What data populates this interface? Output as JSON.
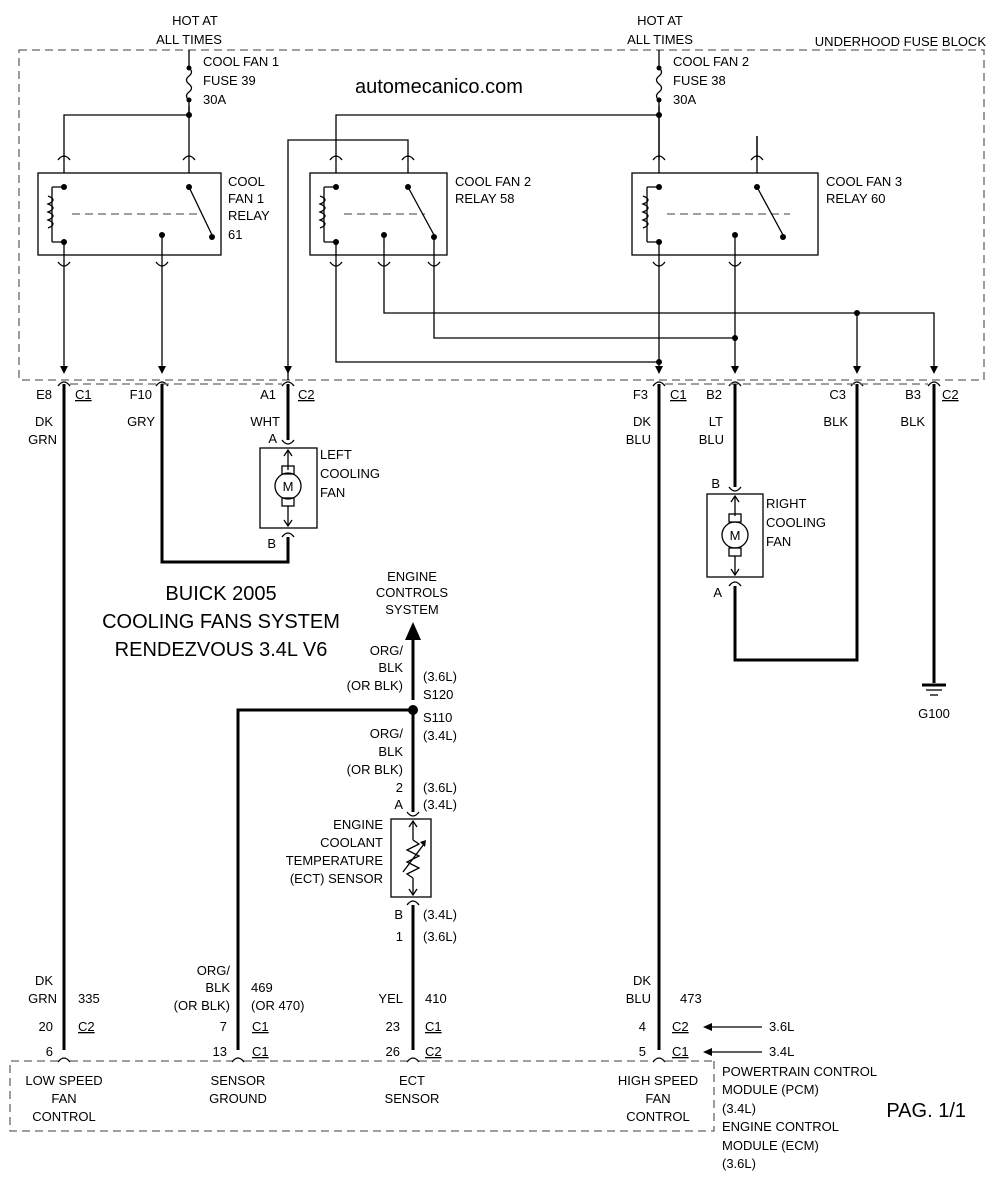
{
  "header": {
    "hot_left": [
      "HOT AT",
      "ALL TIMES"
    ],
    "hot_right": [
      "HOT AT",
      "ALL TIMES"
    ],
    "fuse_block_label": "UNDERHOOD FUSE BLOCK",
    "watermark": "automecanico.com"
  },
  "fuses": [
    {
      "lines": [
        "COOL FAN 1",
        "FUSE 39",
        "30A"
      ]
    },
    {
      "lines": [
        "COOL FAN 2",
        "FUSE 38",
        "30A"
      ]
    }
  ],
  "relays": [
    {
      "lines": [
        "COOL",
        "FAN 1",
        "RELAY",
        "61"
      ]
    },
    {
      "lines": [
        "COOL FAN 2",
        "RELAY 58"
      ]
    },
    {
      "lines": [
        "COOL FAN 3",
        "RELAY 60"
      ]
    }
  ],
  "connectors": {
    "e8": {
      "pin": "E8",
      "conn": "C1",
      "wire": [
        "DK",
        "GRN"
      ]
    },
    "f10": {
      "pin": "F10",
      "wire": [
        "GRY"
      ]
    },
    "a1": {
      "pin": "A1",
      "conn": "C2",
      "wire": [
        "WHT"
      ]
    },
    "f3": {
      "pin": "F3",
      "conn": "C1",
      "wire": [
        "DK",
        "BLU"
      ]
    },
    "b2": {
      "pin": "B2",
      "wire": [
        "LT",
        "BLU"
      ]
    },
    "c3": {
      "pin": "C3",
      "wire": [
        "BLK"
      ]
    },
    "b3": {
      "pin": "B3",
      "conn": "C2",
      "wire": [
        "BLK"
      ]
    }
  },
  "left_fan": {
    "label": [
      "LEFT",
      "COOLING",
      "FAN"
    ],
    "pin_top": "A",
    "pin_bottom": "B",
    "motor": "M"
  },
  "right_fan": {
    "label": [
      "RIGHT",
      "COOLING",
      "FAN"
    ],
    "pin_top": "B",
    "pin_bottom": "A",
    "motor": "M"
  },
  "ground": "G100",
  "title": [
    "BUICK 2005",
    "COOLING FANS SYSTEM",
    "RENDEZVOUS 3.4L V6"
  ],
  "engine_controls": [
    "ENGINE",
    "CONTROLS",
    "SYSTEM"
  ],
  "splices": {
    "wire_upper": [
      "ORG/",
      "BLK",
      "(OR BLK)"
    ],
    "s120": [
      "(3.6L)",
      "S120"
    ],
    "s110": [
      "S110",
      "(3.4L)"
    ],
    "wire_lower": [
      "ORG/",
      "BLK",
      "(OR BLK)"
    ]
  },
  "ect_sensor": {
    "pin_a_num": "2",
    "pin_a": "A",
    "pin_a_variant": [
      "(3.6L)",
      "(3.4L)"
    ],
    "label": [
      "ENGINE",
      "COOLANT",
      "TEMPERATURE",
      "(ECT) SENSOR"
    ],
    "pin_b": "B",
    "pin_b_num": "1",
    "pin_b_variant": [
      "(3.4L)",
      "(3.6L)"
    ]
  },
  "bottom_wires": [
    {
      "color": [
        "DK",
        "GRN"
      ],
      "circuit": [
        "335"
      ],
      "row1": {
        "pin": "20",
        "conn": "C2"
      },
      "row2": {
        "pin": "6",
        "conn": ""
      }
    },
    {
      "color": [
        "ORG/",
        "BLK",
        "(OR BLK)"
      ],
      "circuit": [
        "469",
        "(OR 470)"
      ],
      "row1": {
        "pin": "7",
        "conn": "C1"
      },
      "row2": {
        "pin": "13",
        "conn": "C1"
      }
    },
    {
      "color": [
        "YEL"
      ],
      "circuit": [
        "410"
      ],
      "row1": {
        "pin": "23",
        "conn": "C1"
      },
      "row2": {
        "pin": "26",
        "conn": "C2"
      }
    },
    {
      "color": [
        "DK",
        "BLU"
      ],
      "circuit": [
        "473"
      ],
      "row1": {
        "pin": "4",
        "conn": "C2"
      },
      "row2": {
        "pin": "5",
        "conn": "C1"
      }
    }
  ],
  "variant_arrows": [
    "3.6L",
    "3.4L"
  ],
  "module_functions": [
    [
      "LOW SPEED",
      "FAN",
      "CONTROL"
    ],
    [
      "SENSOR",
      "GROUND"
    ],
    [
      "ECT",
      "SENSOR"
    ],
    [
      "HIGH SPEED",
      "FAN",
      "CONTROL"
    ]
  ],
  "module_name": [
    "POWERTRAIN CONTROL",
    "MODULE (PCM)",
    "(3.4L)",
    "ENGINE CONTROL",
    "MODULE (ECM)",
    "(3.6L)"
  ],
  "page": "PAG. 1/1"
}
